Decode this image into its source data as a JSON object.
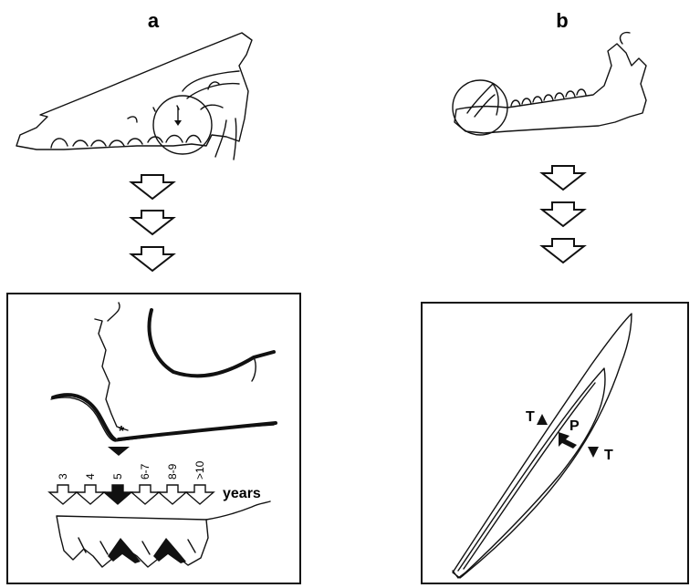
{
  "panels": {
    "a": {
      "letter": "a",
      "asterisk": "*",
      "age_labels": [
        "3",
        "4",
        "5",
        "6-7",
        "8-9",
        ">10"
      ],
      "highlighted_age": "5",
      "years_label": "years"
    },
    "b": {
      "letter": "b",
      "label_p": "P",
      "label_t_left": "T",
      "label_t_right": "T"
    }
  },
  "colors": {
    "ink": "#111111",
    "background": "#ffffff"
  }
}
